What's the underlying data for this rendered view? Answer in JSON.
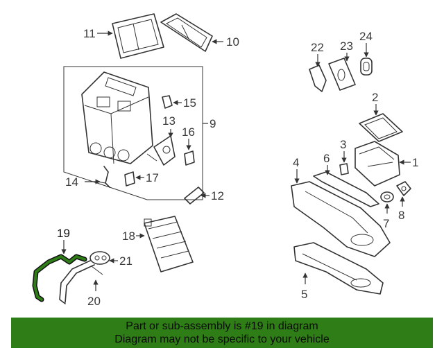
{
  "callouts": {
    "c1": "1",
    "c2": "2",
    "c3": "3",
    "c4": "4",
    "c5": "5",
    "c6": "6",
    "c7": "7",
    "c8": "8",
    "c9": "9",
    "c10": "10",
    "c11": "11",
    "c12": "12",
    "c13": "13",
    "c14": "14",
    "c15": "15",
    "c16": "16",
    "c17": "17",
    "c18": "18",
    "c19": "19",
    "c20": "20",
    "c21": "21",
    "c22": "22",
    "c23": "23",
    "c24": "24"
  },
  "highlight": {
    "part": "19",
    "color": "#2f7d16"
  },
  "footer": {
    "line1": "Part or sub-assembly is #19 in diagram",
    "line2": "Diagram may not be specific to your vehicle",
    "background": "#2f7d16"
  }
}
